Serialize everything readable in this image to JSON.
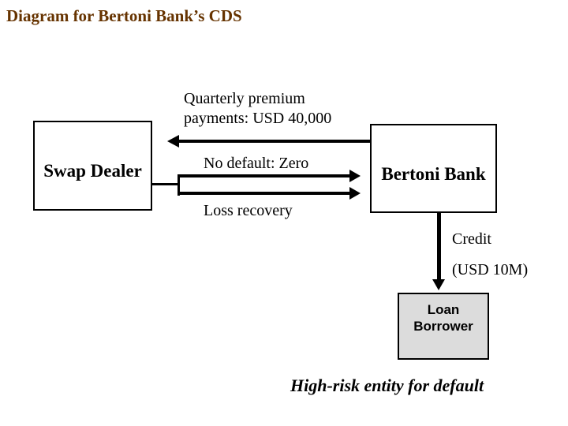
{
  "title": "Diagram for Bertoni Bank’s CDS",
  "colors": {
    "title_text": "#663300",
    "diagram_lines": "#000000",
    "loan_box_fill": "#dcdcdc"
  },
  "nodes": {
    "swap_dealer": {
      "label": "Swap Dealer"
    },
    "bertoni_bank": {
      "label": "Bertoni Bank"
    },
    "loan_borrower": {
      "label": "Loan Borrower"
    }
  },
  "flows": {
    "premium": {
      "line1": "Quarterly premium",
      "line2": "payments: USD 40,000",
      "direction": "bertoni-bank-to-swap-dealer"
    },
    "no_default": {
      "label": "No default: Zero",
      "direction": "swap-dealer-to-bertoni-bank"
    },
    "loss_recovery": {
      "label": "Loss recovery",
      "direction": "swap-dealer-to-bertoni-bank"
    },
    "credit": {
      "label": "Credit",
      "amount": "(USD 10M)",
      "direction": "bertoni-bank-to-loan-borrower"
    }
  },
  "footnote": "High-risk entity for default"
}
